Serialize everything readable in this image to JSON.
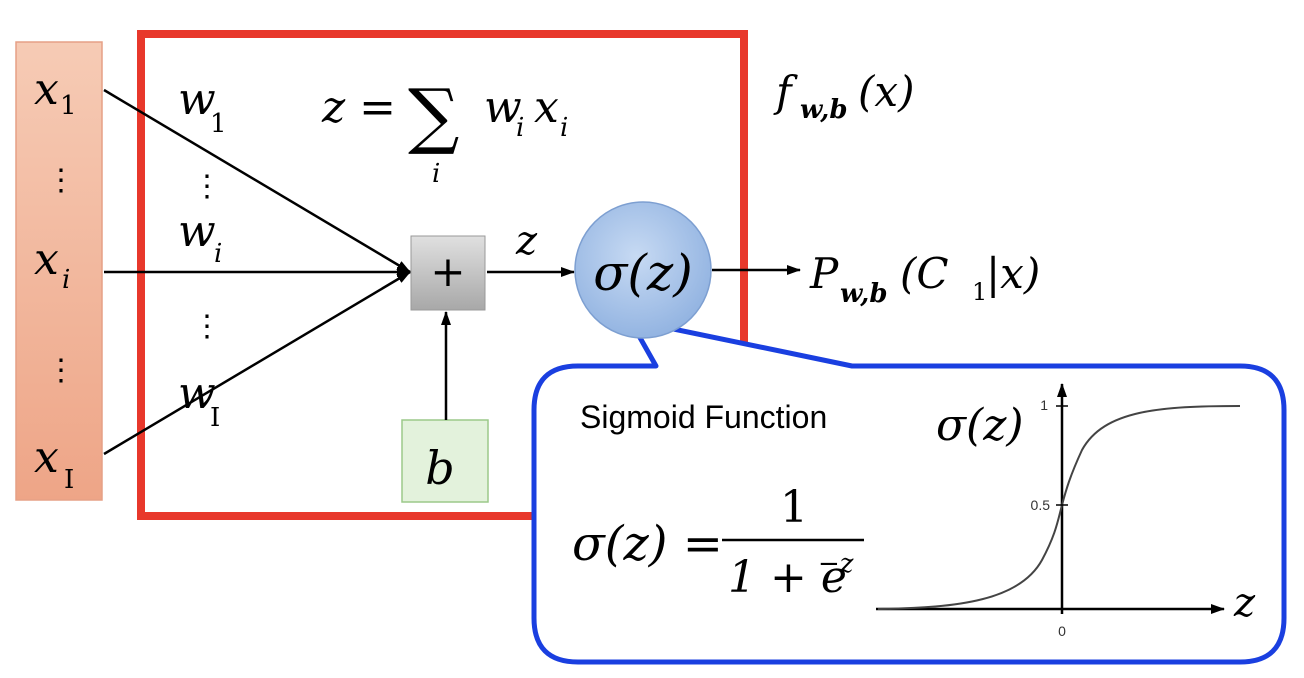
{
  "inputs": {
    "x1": {
      "base": "x",
      "sub": "1"
    },
    "xi": {
      "base": "x",
      "sub": "i"
    },
    "xI": {
      "base": "x",
      "sub": "I"
    },
    "vdots": "⋮"
  },
  "weights": {
    "w1": {
      "base": "w",
      "sub": "1"
    },
    "wi": {
      "base": "w",
      "sub": "i"
    },
    "wI": {
      "base": "w",
      "sub": "I"
    }
  },
  "sum_formula": {
    "lhs": "z =",
    "sigma": "∑",
    "index": "i",
    "w": "w",
    "w_sub": "i",
    "x": "x",
    "x_sub": "i"
  },
  "plus_label": "+",
  "bias_label": "b",
  "edge_label_z": "z",
  "sigma_node": "σ(z)",
  "function_label": {
    "f": "f",
    "sub": "w,b",
    "arg": "(x)"
  },
  "output_label": {
    "P": "P",
    "sub": "w,b",
    "arg": "(C",
    "arg_sub": "1",
    "arg_tail": "|x)"
  },
  "callout": {
    "title": "Sigmoid Function",
    "formula_lhs": "σ(z) =",
    "numerator": "1",
    "denominator_base": "1 + e",
    "denominator_exp": "−z",
    "graph_ylabel": "σ(z)",
    "graph_xlabel": "z",
    "tick_1": "1",
    "tick_05": "0.5",
    "tick_0": "0"
  },
  "colors": {
    "input_box_fill": "#f2b9a0",
    "frame_red": "#e8382b",
    "callout_blue": "#1a3fe0",
    "bias_fill": "#e3f2dc",
    "bias_stroke": "#9cc98a",
    "sigma_fill": "#a9c4e8",
    "plus_fill": "#c9c9c9"
  }
}
